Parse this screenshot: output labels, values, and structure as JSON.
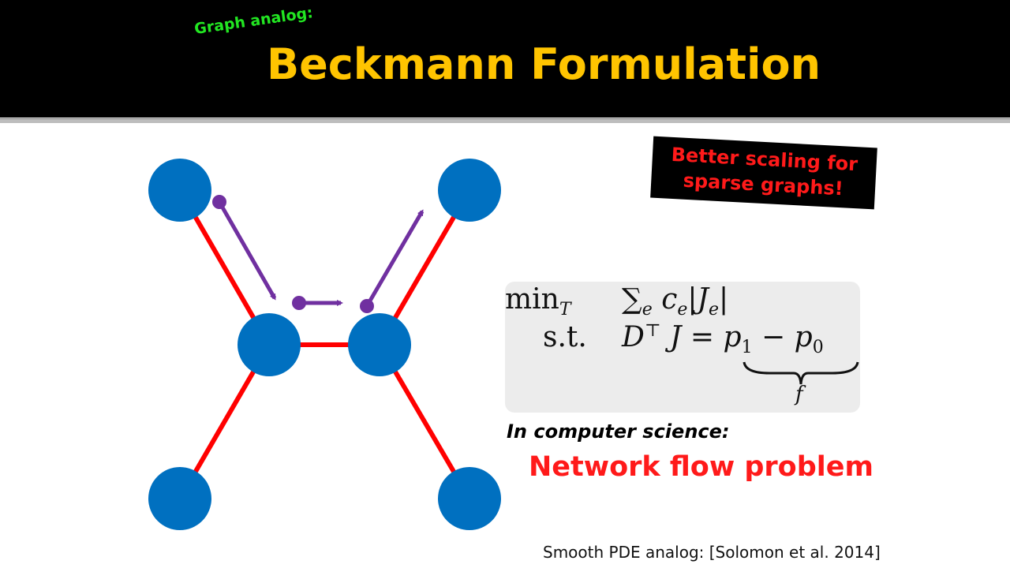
{
  "header": {
    "subtitle": "Graph analog:",
    "title": "Beckmann Formulation"
  },
  "callout": {
    "line1": "Better scaling for",
    "line2": "sparse graphs!"
  },
  "formula": {
    "row1_op": "min",
    "row1_op_sub": "T",
    "row1_sum": "∑",
    "row1_sum_sub": "e",
    "row1_expr": "c",
    "row1_expr_sub": "e",
    "row1_abs": "|J",
    "row1_abs_sub": "e",
    "row1_abs_end": "|",
    "row2_op": "s.t.",
    "row2_lhs": "D",
    "row2_sup": "⊤",
    "row2_j": "J =",
    "row2_p1": "p",
    "row2_p1_sub": "1",
    "row2_minus": "−",
    "row2_p0": "p",
    "row2_p0_sub": "0",
    "brace_label": "f"
  },
  "cs_label": "In computer science:",
  "cs_problem": "Network flow problem",
  "reference": "Smooth PDE analog: [Solomon et al. 2014]",
  "colors": {
    "node": "#0070c0",
    "edge": "#ff0000",
    "flow": "#7030a0",
    "title": "#ffc400",
    "subtitle": "#22e622"
  }
}
